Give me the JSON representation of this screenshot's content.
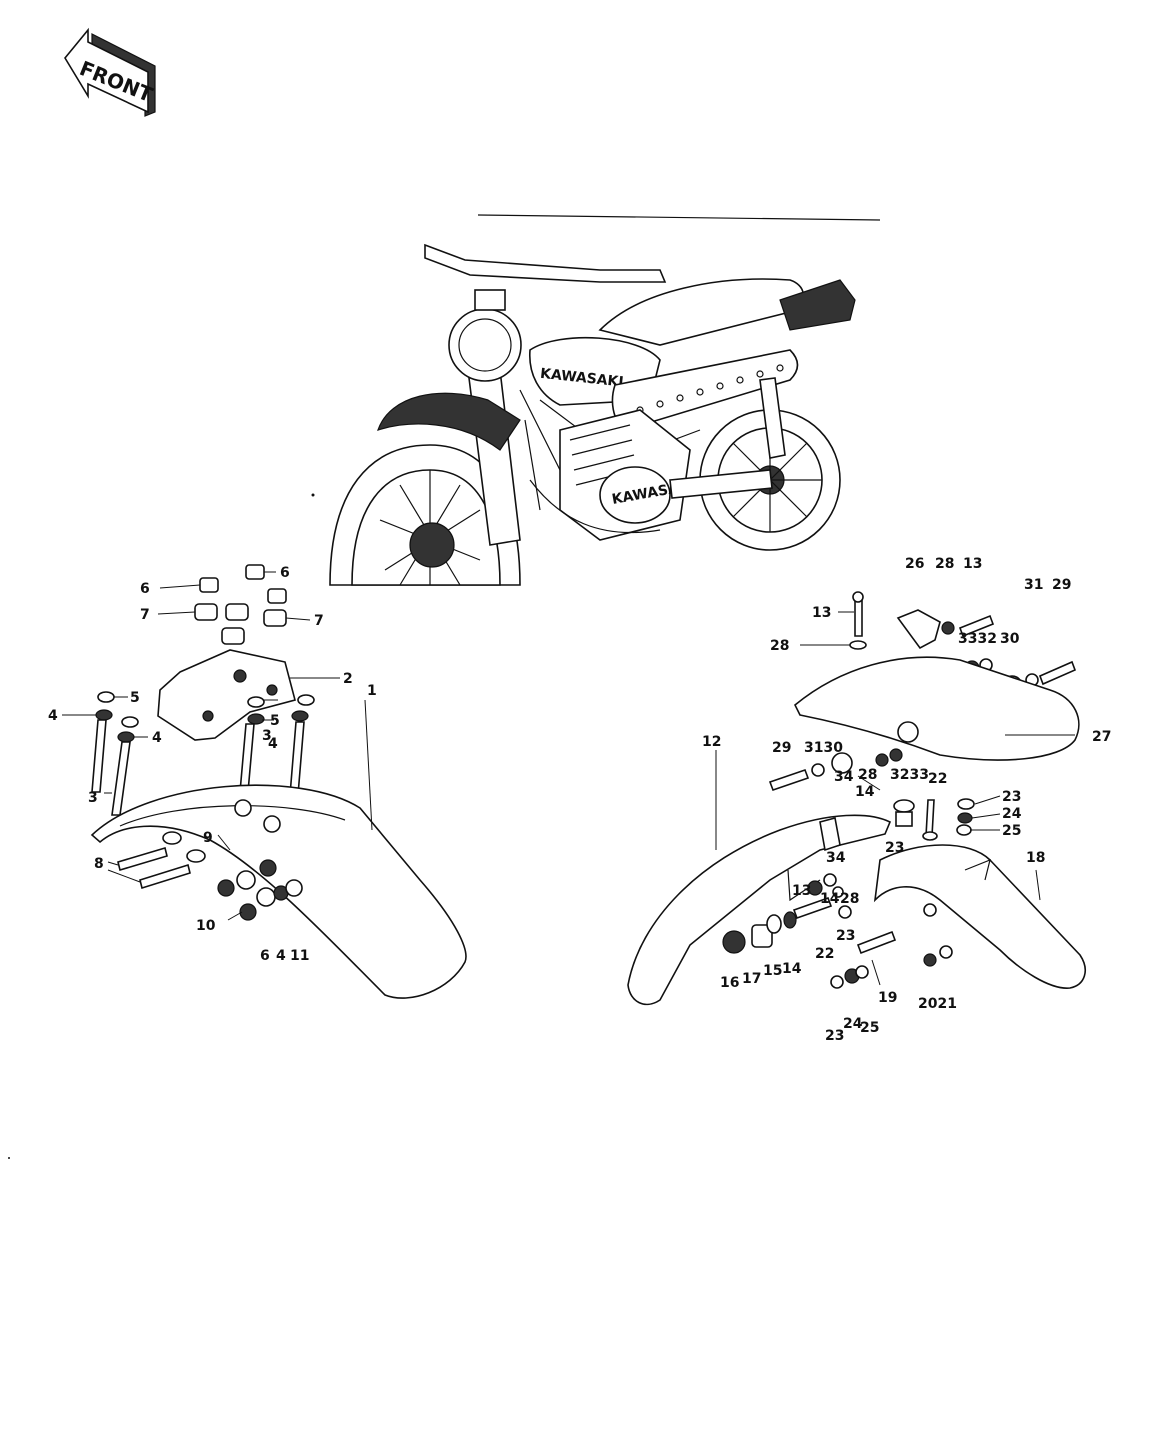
{
  "badge": {
    "front_label": "FRONT"
  },
  "motorcycle": {
    "tank_badge": "KAWASAKI",
    "engine_badge": "KAWASAKI"
  },
  "callouts": [
    {
      "id": "c1",
      "label": "1"
    },
    {
      "id": "c2",
      "label": "2"
    },
    {
      "id": "c3a",
      "label": "3"
    },
    {
      "id": "c3b",
      "label": "3"
    },
    {
      "id": "c4a",
      "label": "4"
    },
    {
      "id": "c4b",
      "label": "4"
    },
    {
      "id": "c4c",
      "label": "4"
    },
    {
      "id": "c4d",
      "label": "4"
    },
    {
      "id": "c5a",
      "label": "5"
    },
    {
      "id": "c5b",
      "label": "5"
    },
    {
      "id": "c6a",
      "label": "6"
    },
    {
      "id": "c6b",
      "label": "6"
    },
    {
      "id": "c6c",
      "label": "6"
    },
    {
      "id": "c7a",
      "label": "7"
    },
    {
      "id": "c7b",
      "label": "7"
    },
    {
      "id": "c8",
      "label": "8"
    },
    {
      "id": "c9",
      "label": "9"
    },
    {
      "id": "c10",
      "label": "10"
    },
    {
      "id": "c11",
      "label": "11"
    },
    {
      "id": "c12",
      "label": "12"
    },
    {
      "id": "c13a",
      "label": "13"
    },
    {
      "id": "c13b",
      "label": "13"
    },
    {
      "id": "c13c",
      "label": "13"
    },
    {
      "id": "c14a",
      "label": "14"
    },
    {
      "id": "c14b",
      "label": "14"
    },
    {
      "id": "c14c",
      "label": "14"
    },
    {
      "id": "c15",
      "label": "15"
    },
    {
      "id": "c16",
      "label": "16"
    },
    {
      "id": "c17",
      "label": "17"
    },
    {
      "id": "c18",
      "label": "18"
    },
    {
      "id": "c19",
      "label": "19"
    },
    {
      "id": "c2021",
      "label": "2021"
    },
    {
      "id": "c22a",
      "label": "22"
    },
    {
      "id": "c22b",
      "label": "22"
    },
    {
      "id": "c23a",
      "label": "23"
    },
    {
      "id": "c23b",
      "label": "23"
    },
    {
      "id": "c23c",
      "label": "23"
    },
    {
      "id": "c23d",
      "label": "23"
    },
    {
      "id": "c24a",
      "label": "24"
    },
    {
      "id": "c24b",
      "label": "24"
    },
    {
      "id": "c25a",
      "label": "25"
    },
    {
      "id": "c25b",
      "label": "25"
    },
    {
      "id": "c26",
      "label": "26"
    },
    {
      "id": "c27",
      "label": "27"
    },
    {
      "id": "c28a",
      "label": "28"
    },
    {
      "id": "c28b",
      "label": "28"
    },
    {
      "id": "c28c",
      "label": "28"
    },
    {
      "id": "c28d",
      "label": "28"
    },
    {
      "id": "c29a",
      "label": "29"
    },
    {
      "id": "c29b",
      "label": "29"
    },
    {
      "id": "c30a",
      "label": "30"
    },
    {
      "id": "c3130",
      "label": "3130"
    },
    {
      "id": "c31",
      "label": "31"
    },
    {
      "id": "c3332",
      "label": "3332"
    },
    {
      "id": "c3233",
      "label": "3233"
    },
    {
      "id": "c34a",
      "label": "34"
    },
    {
      "id": "c34b",
      "label": "34"
    }
  ]
}
